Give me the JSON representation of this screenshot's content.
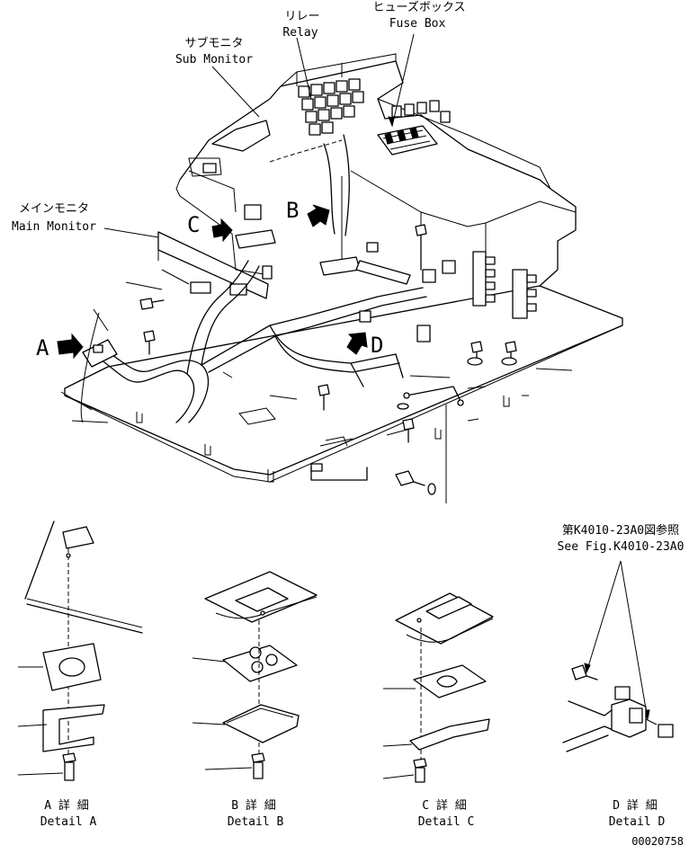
{
  "callouts": {
    "relay_jp": "リレー",
    "relay_en": "Relay",
    "fuse_box_jp": "ヒューズボックス",
    "fuse_box_en": "Fuse Box",
    "sub_monitor_jp": "サブモニタ",
    "sub_monitor_en": "Sub Monitor",
    "main_monitor_jp": "メインモニタ",
    "main_monitor_en": "Main Monitor"
  },
  "view_markers": {
    "a": "A",
    "b": "B",
    "c": "C",
    "d": "D"
  },
  "reference": {
    "jp": "第K4010-23A0図参照",
    "en": "See Fig.K4010-23A0"
  },
  "details": [
    {
      "jp": "A 詳 細",
      "en": "Detail A"
    },
    {
      "jp": "B 詳 細",
      "en": "Detail B"
    },
    {
      "jp": "C 詳 細",
      "en": "Detail C"
    },
    {
      "jp": "D 詳 細",
      "en": "Detail D"
    }
  ],
  "drawing_number": "00020758"
}
